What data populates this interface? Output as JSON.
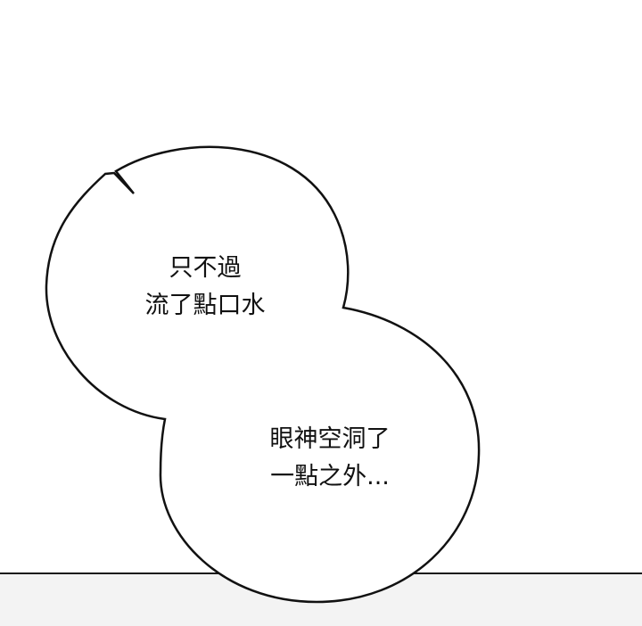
{
  "panel": {
    "bubble1": {
      "line1": "只不過",
      "line2": "流了點口水"
    },
    "bubble2": {
      "line1": "眼神空洞了",
      "line2": "一點之外..."
    }
  },
  "colors": {
    "background": "#ffffff",
    "floor": "#f3f3f3",
    "outline": "#111111"
  }
}
